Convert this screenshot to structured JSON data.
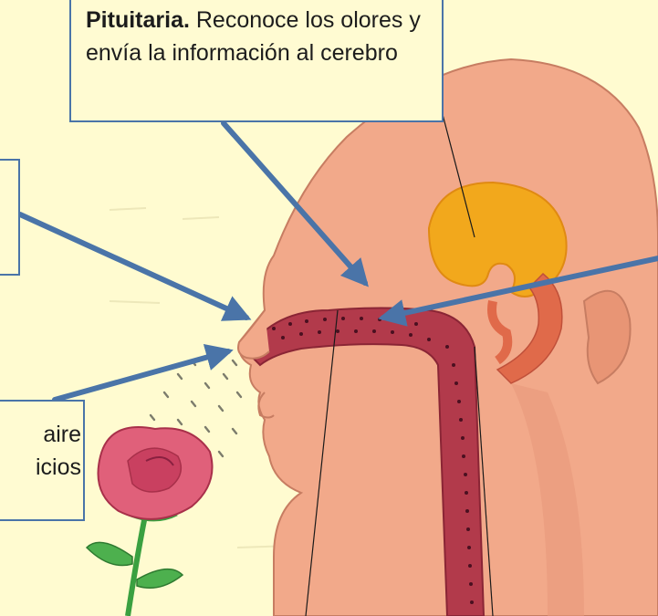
{
  "labels": {
    "pituitaria": {
      "title": "Pituitaria.",
      "text": "Reconoce los olores y envía la información al cerebro"
    },
    "bottom_left": {
      "line1": "aire",
      "line2": "icios"
    }
  },
  "colors": {
    "background": "#fffbd0",
    "skin": "#f2a98a",
    "nasal_passage": "#b23a4b",
    "brain": "#f2a81c",
    "arrow": "#4a74a8",
    "rose": "#e0607a",
    "stem": "#3aa040"
  }
}
